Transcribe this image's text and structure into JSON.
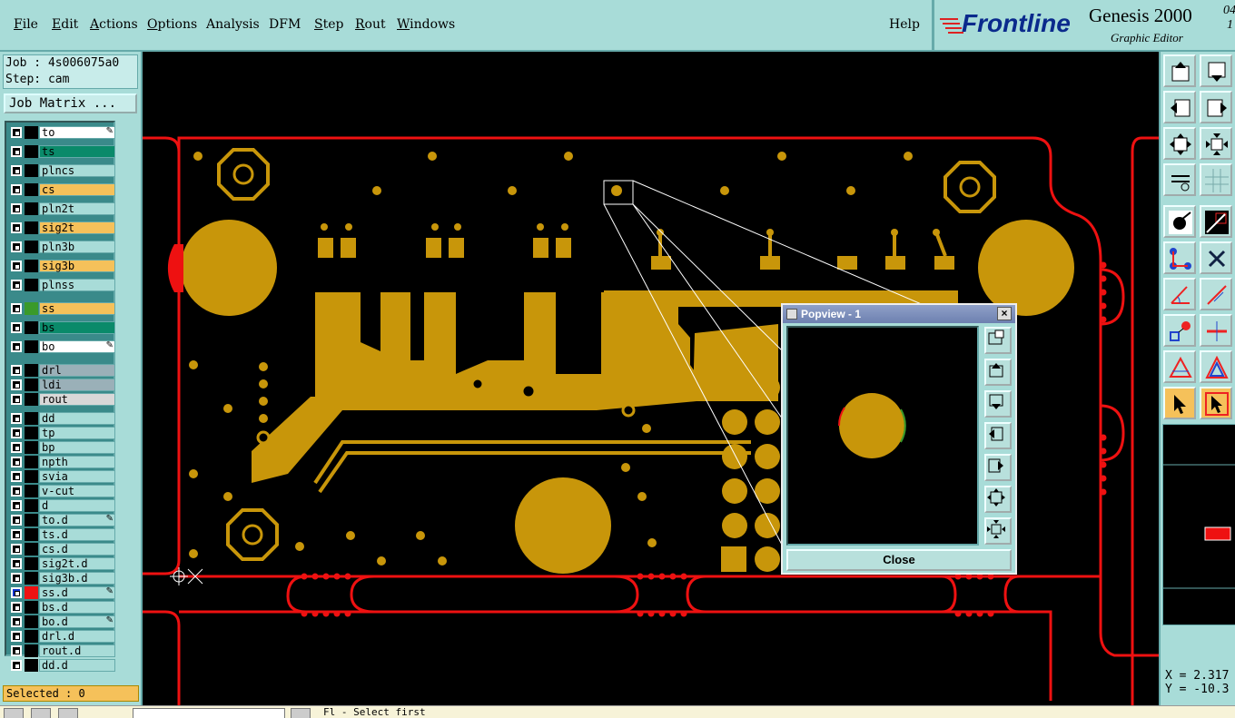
{
  "menubar": {
    "items": [
      {
        "label": "File"
      },
      {
        "label": "Edit"
      },
      {
        "label": "Actions"
      },
      {
        "label": "Options"
      },
      {
        "label": "Analysis"
      },
      {
        "label": "DFM"
      },
      {
        "label": "Step"
      },
      {
        "label": "Rout"
      },
      {
        "label": "Windows"
      }
    ],
    "help": "Help"
  },
  "brand": {
    "logo": "Frontline",
    "product": "Genesis 2000",
    "version": "04",
    "version2": "1",
    "subtitle": "Graphic Editor"
  },
  "job": {
    "job_line": "Job : 4s006075a0",
    "step_line": "Step: cam",
    "matrix_button": "Job Matrix ..."
  },
  "layers": [
    {
      "name": "to",
      "bg": "#ffffff",
      "swatch": "#000000",
      "flag": true
    },
    {
      "name": "ts",
      "bg": "#0a8a6a",
      "swatch": "#000000",
      "flag": false
    },
    {
      "name": "plncs",
      "bg": "#a8dcd8",
      "swatch": "#000000",
      "flag": false
    },
    {
      "name": "cs",
      "bg": "#f5c15a",
      "swatch": "#000000",
      "flag": false
    },
    {
      "name": "pln2t",
      "bg": "#a8dcd8",
      "swatch": "#000000",
      "flag": false
    },
    {
      "name": "sig2t",
      "bg": "#f5c15a",
      "swatch": "#000000",
      "flag": false
    },
    {
      "name": "pln3b",
      "bg": "#a8dcd8",
      "swatch": "#000000",
      "flag": false
    },
    {
      "name": "sig3b",
      "bg": "#f5c15a",
      "swatch": "#000000",
      "flag": false
    },
    {
      "name": "plnss",
      "bg": "#a8dcd8",
      "swatch": "#000000",
      "flag": false
    },
    {
      "name": "ss",
      "bg": "#f5c15a",
      "swatch": "#3a9a2a",
      "flag": false
    },
    {
      "name": "bs",
      "bg": "#0a8a6a",
      "swatch": "#000000",
      "flag": false
    },
    {
      "name": "bo",
      "bg": "#ffffff",
      "swatch": "#000000",
      "flag": true
    },
    {
      "name": "drl",
      "bg": "#9ab0b8",
      "swatch": "#000000",
      "flag": false
    },
    {
      "name": "ldi",
      "bg": "#9ab0b8",
      "swatch": "#000000",
      "flag": false
    },
    {
      "name": "rout",
      "bg": "#d8d8d8",
      "swatch": "#000000",
      "flag": false
    },
    {
      "name": "dd",
      "bg": "#a8dcd8",
      "swatch": "#000000",
      "flag": false
    },
    {
      "name": "tp",
      "bg": "#a8dcd8",
      "swatch": "#000000",
      "flag": false
    },
    {
      "name": "bp",
      "bg": "#a8dcd8",
      "swatch": "#000000",
      "flag": false
    },
    {
      "name": "npth",
      "bg": "#a8dcd8",
      "swatch": "#000000",
      "flag": false
    },
    {
      "name": "svia",
      "bg": "#a8dcd8",
      "swatch": "#000000",
      "flag": false
    },
    {
      "name": "v-cut",
      "bg": "#a8dcd8",
      "swatch": "#000000",
      "flag": false
    },
    {
      "name": "d",
      "bg": "#a8dcd8",
      "swatch": "#000000",
      "flag": false
    },
    {
      "name": "to.d",
      "bg": "#a8dcd8",
      "swatch": "#000000",
      "flag": true
    },
    {
      "name": "ts.d",
      "bg": "#a8dcd8",
      "swatch": "#000000",
      "flag": false
    },
    {
      "name": "cs.d",
      "bg": "#a8dcd8",
      "swatch": "#000000",
      "flag": false
    },
    {
      "name": "sig2t.d",
      "bg": "#a8dcd8",
      "swatch": "#000000",
      "flag": false
    },
    {
      "name": "sig3b.d",
      "bg": "#a8dcd8",
      "swatch": "#000000",
      "flag": false
    },
    {
      "name": "ss.d",
      "bg": "#a8dcd8",
      "swatch": "#ee1111",
      "flag": true,
      "active": true
    },
    {
      "name": "bs.d",
      "bg": "#a8dcd8",
      "swatch": "#000000",
      "flag": false
    },
    {
      "name": "bo.d",
      "bg": "#a8dcd8",
      "swatch": "#000000",
      "flag": true
    },
    {
      "name": "drl.d",
      "bg": "#a8dcd8",
      "swatch": "#000000",
      "flag": false
    },
    {
      "name": "rout.d",
      "bg": "#a8dcd8",
      "swatch": "#000000",
      "flag": false
    },
    {
      "name": "dd.d",
      "bg": "#a8dcd8",
      "swatch": "#000000",
      "flag": false
    }
  ],
  "status": {
    "selected": "Selected : 0",
    "x": "X = 2.317",
    "y": "Y = -10.3",
    "message": "Fl  - Select first"
  },
  "popview": {
    "title": "Popview - 1",
    "close_label": "Close",
    "close_x": "×"
  },
  "colors": {
    "panel": "#a8dcd8",
    "copper": "#c8960a",
    "outline": "#ee1111"
  }
}
